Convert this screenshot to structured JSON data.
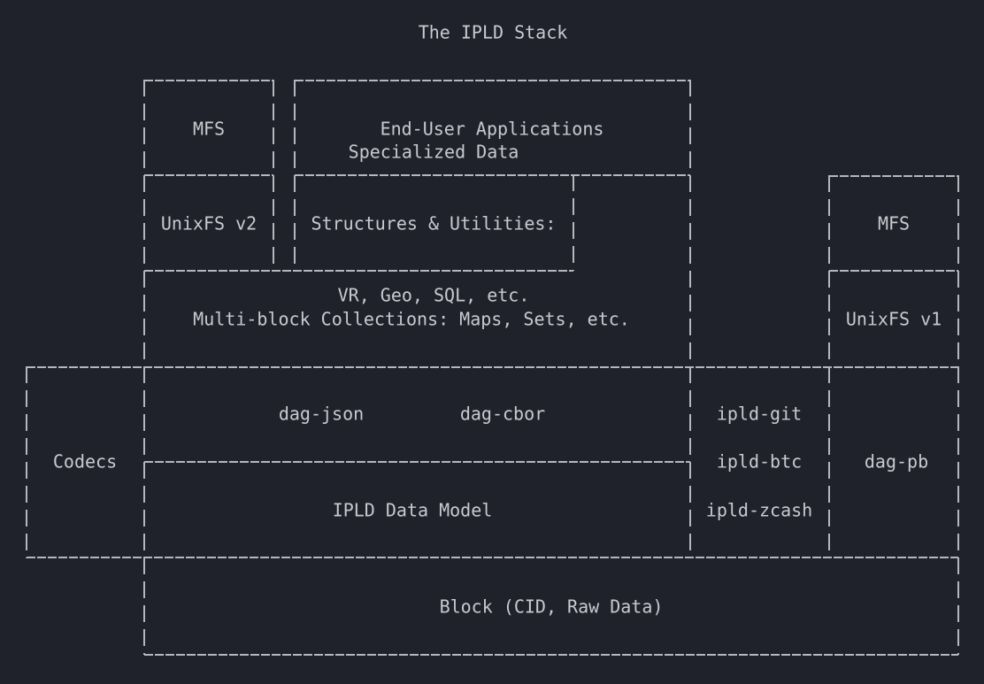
{
  "title": "The IPLD Stack",
  "colors": {
    "background": "#1f222a",
    "line": "#b4b7bd",
    "text": "#c8cad0"
  },
  "boxes": {
    "mfs_top": {
      "label": "MFS"
    },
    "end_user": {
      "label": "End-User Applications"
    },
    "unixfs_v2": {
      "label": "UnixFS v2"
    },
    "specialized": {
      "lines": [
        "Specialized Data",
        "Structures & Utilities:",
        "VR, Geo, SQL, etc."
      ]
    },
    "mfs_right": {
      "label": "MFS"
    },
    "multi_block": {
      "label": "Multi-block Collections: Maps, Sets, etc."
    },
    "unixfs_v1": {
      "label": "UnixFS v1"
    },
    "codecs": {
      "label": "Codecs"
    },
    "dag_json": {
      "label": "dag-json"
    },
    "dag_cbor": {
      "label": "dag-cbor"
    },
    "ipld_git": {
      "label": "ipld-git"
    },
    "ipld_btc": {
      "label": "ipld-btc"
    },
    "ipld_zcash": {
      "label": "ipld-zcash"
    },
    "dag_pb": {
      "label": "dag-pb"
    },
    "ipld_data_model": {
      "label": "IPLD Data Model"
    },
    "block": {
      "label": "Block (CID, Raw Data)"
    }
  }
}
